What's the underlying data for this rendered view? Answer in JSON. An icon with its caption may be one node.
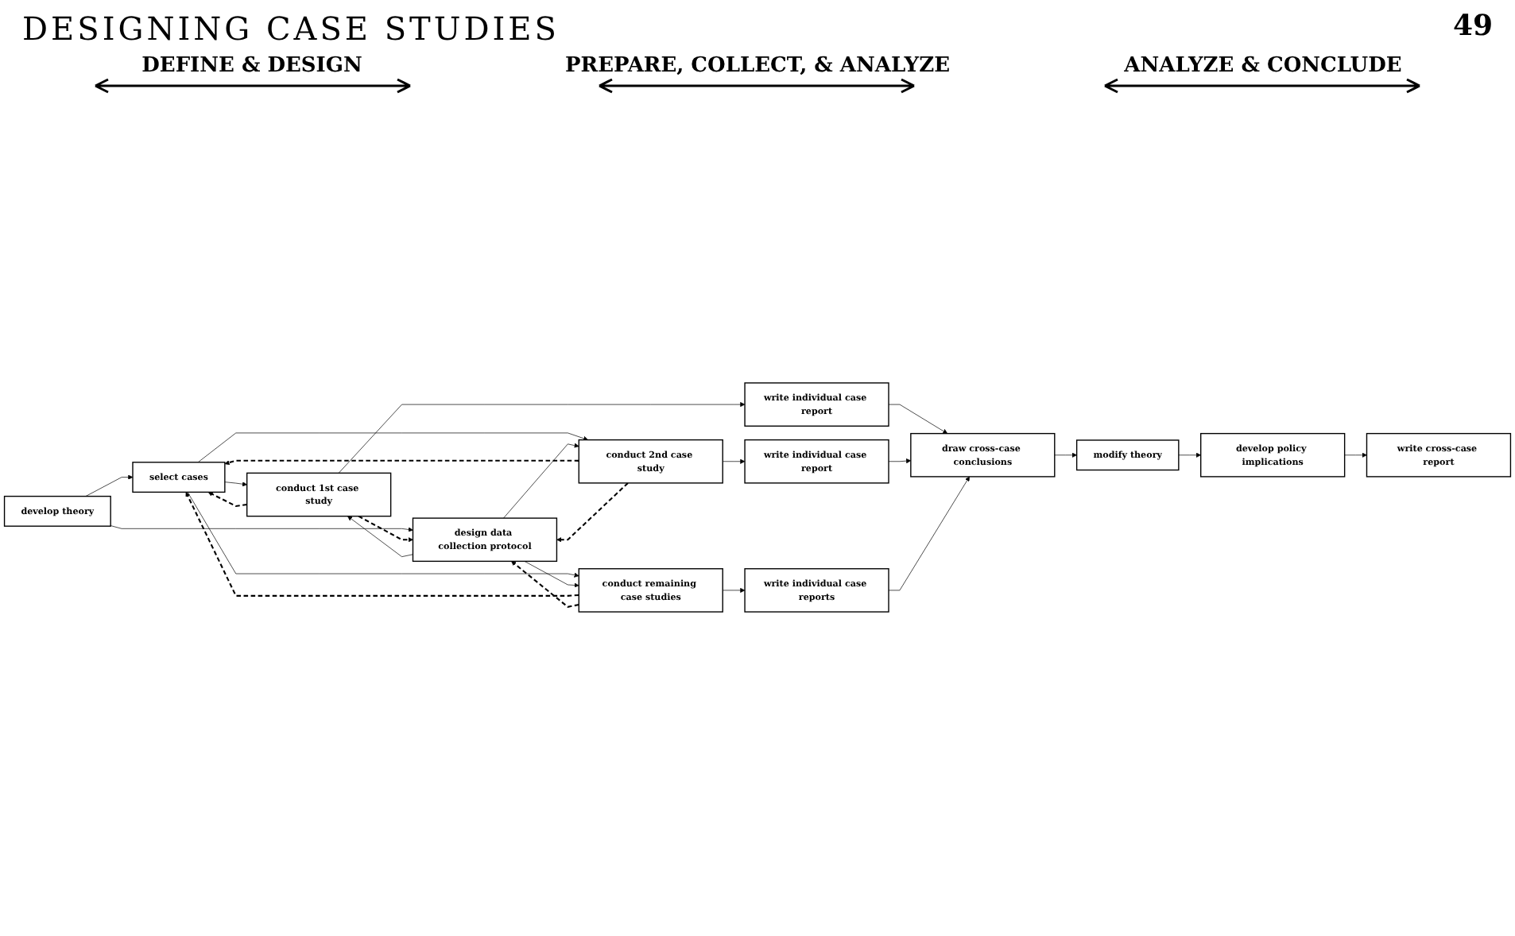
{
  "diagram": {
    "title": "DESIGNING CASE STUDIES",
    "nodes": [
      {
        "text": [
          "develop theory"
        ]
      },
      {
        "text": [
          "select cases"
        ]
      },
      {
        "text": [
          "design data collection protocol"
        ]
      },
      {
        "text": [
          "conduct 1st case study"
        ]
      },
      {
        "text": [
          "conduct 2nd case study"
        ]
      },
      {
        "text": [
          "conduct remaining case studies"
        ]
      },
      {
        "text": [
          "write individual case report"
        ]
      },
      {
        "text": [
          "write individual case report"
        ]
      },
      {
        "text": [
          "write individual case reports"
        ]
      },
      {
        "text": [
          "draw cross-case conclusions"
        ]
      },
      {
        "text": [
          "modify theory"
        ]
      },
      {
        "text": [
          "develop policy implications"
        ]
      },
      {
        "text": [
          "write cross-case report"
        ]
      }
    ],
    "edges": [
      {
        "from": 0,
        "to": 1,
        "arrow": "to"
      },
      {
        "from": 0,
        "to": 2,
        "arrow": "to"
      },
      {
        "from": 1,
        "to": 3,
        "arrow": "to"
      },
      {
        "from": 1,
        "to": 4,
        "arrow": "to"
      },
      {
        "from": 1,
        "to": 5,
        "arrow": "to"
      },
      {
        "from": 2,
        "to": 3,
        "arrow": "to"
      },
      {
        "from": 2,
        "to": 4,
        "arrow": "to"
      },
      {
        "from": 2,
        "to": 5,
        "arrow": "to"
      },
      {
        "from": 3,
        "to": 6,
        "arrow": "to"
      },
      {
        "from": 4,
        "to": 7,
        "arrow": "to"
      },
      {
        "from": 5,
        "to": 8,
        "arrow": "to"
      },
      {
        "from": 6,
        "to": 9,
        "arrow": "to"
      },
      {
        "from": 7,
        "to": 9,
        "arrow": "to"
      },
      {
        "from": 8,
        "to": 9,
        "arrow": "to"
      },
      {
        "from": 9,
        "to": 10,
        "arrow": "to"
      },
      {
        "from": 10,
        "to": 11,
        "arrow": "to"
      },
      {
        "from": 11,
        "to": 12,
        "arrow": "to"
      },
      {
        "from": 3,
        "to": 1,
        "arrow": "to",
        "style": "dashed"
      },
      {
        "from": 3,
        "to": 2,
        "arrow": "to",
        "style": "dashed"
      },
      {
        "from": 4,
        "to": 1,
        "arrow": "to",
        "style": "dashed"
      },
      {
        "from": 4,
        "to": 2,
        "arrow": "to",
        "style": "dashed"
      },
      {
        "from": 5,
        "to": 1,
        "arrow": "to",
        "style": "dashed"
      },
      {
        "from": 5,
        "to": 2,
        "arrow": "to",
        "style": "dashed"
      }
    ],
    "labels": [
      "49",
      "DEFINE & DESIGN",
      "PREPARE, COLLECT, & ANALYZE",
      "ANALYZE & CONCLUDE"
    ]
  }
}
